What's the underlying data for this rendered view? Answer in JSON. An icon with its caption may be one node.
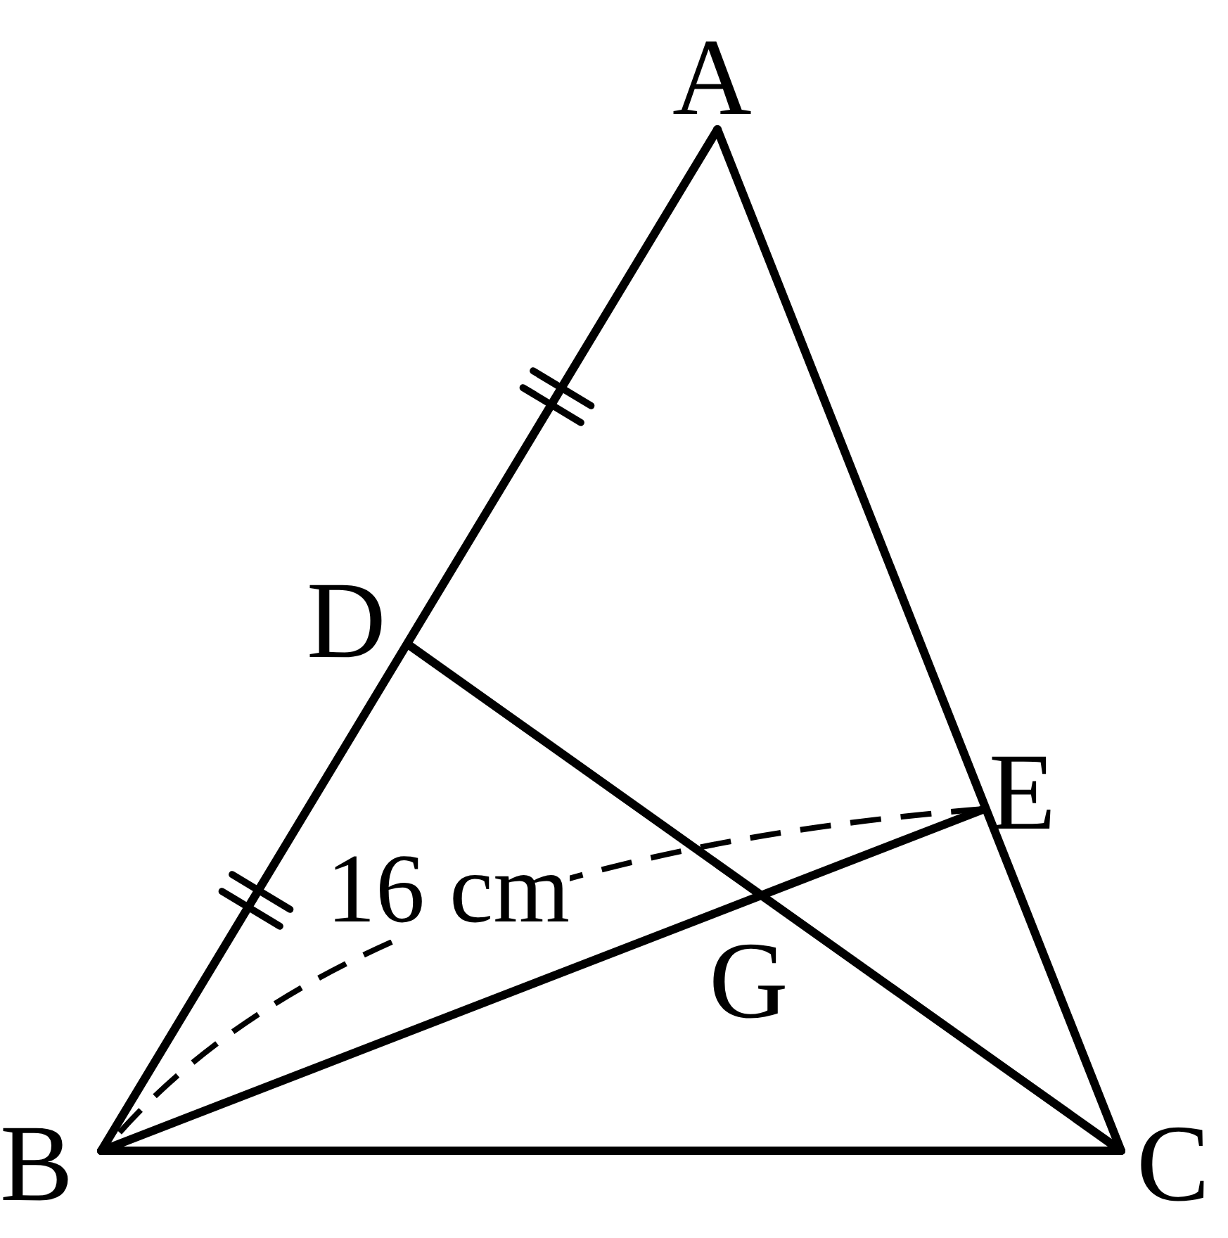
{
  "diagram": {
    "labels": [
      "A",
      "D",
      "E",
      "16 cm",
      "G",
      "B",
      "C"
    ]
  }
}
